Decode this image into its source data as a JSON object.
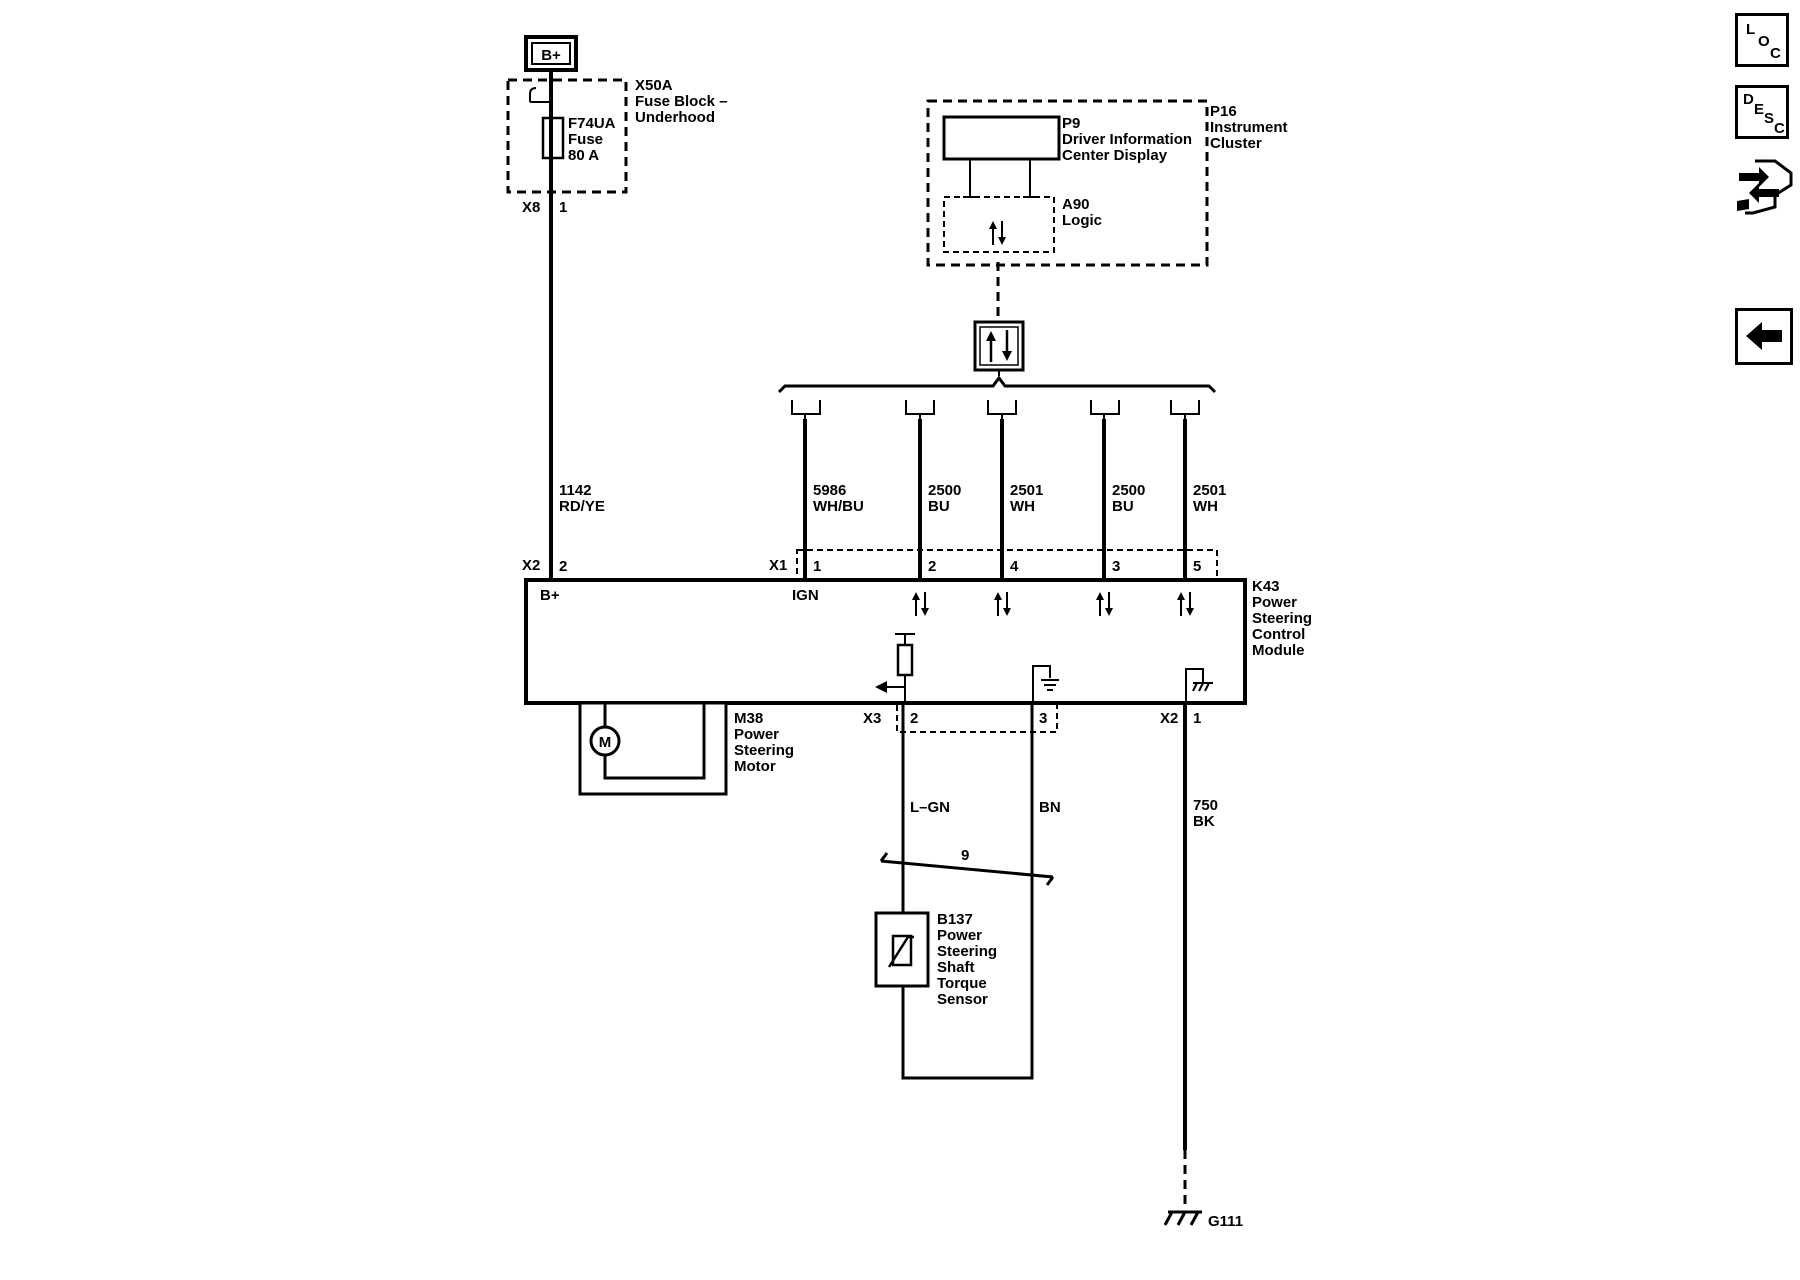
{
  "nav": {
    "loc": [
      "L",
      "O",
      "C"
    ],
    "desc": [
      "D",
      "E",
      "S",
      "C"
    ]
  },
  "components": {
    "battery": "B+",
    "fuse_block": {
      "id": "X50A",
      "name_1": "Fuse Block –",
      "name_2": "Underhood"
    },
    "fuse": {
      "id": "F74UA",
      "name": "Fuse",
      "rating": "80 A"
    },
    "cluster": {
      "id": "P16",
      "name_1": "Instrument",
      "name_2": "Cluster"
    },
    "dic": {
      "id": "P9",
      "name_1": "Driver Information",
      "name_2": "Center Display"
    },
    "logic": {
      "id": "A90",
      "name": "Logic"
    },
    "pscm": {
      "id": "K43",
      "name_1": "Power",
      "name_2": "Steering",
      "name_3": "Control",
      "name_4": "Module"
    },
    "motor": {
      "id": "M38",
      "name_1": "Power",
      "name_2": "Steering",
      "name_3": "Motor",
      "symbol": "M"
    },
    "torque_sensor": {
      "id": "B137",
      "name_1": "Power",
      "name_2": "Steering",
      "name_3": "Shaft",
      "name_4": "Torque",
      "name_5": "Sensor"
    },
    "ground": "G111"
  },
  "connectors": {
    "x8": "X8",
    "x8_pin": "1",
    "x2_top": "X2",
    "x2_top_pin": "2",
    "x1": "X1",
    "x1_pins": [
      "1",
      "2",
      "4",
      "3",
      "5"
    ],
    "x3": "X3",
    "x3_pins": [
      "2",
      "3"
    ],
    "x2_bottom": "X2",
    "x2_bottom_pin": "1"
  },
  "terminals": {
    "bplus": "B+",
    "ign": "IGN"
  },
  "wires": {
    "w1142": {
      "circuit": "1142",
      "color": "RD/YE"
    },
    "w5986": {
      "circuit": "5986",
      "color": "WH/BU"
    },
    "w2500a": {
      "circuit": "2500",
      "color": "BU"
    },
    "w2501a": {
      "circuit": "2501",
      "color": "WH"
    },
    "w2500b": {
      "circuit": "2500",
      "color": "BU"
    },
    "w2501b": {
      "circuit": "2501",
      "color": "WH"
    },
    "lgn": "L–GN",
    "bn": "BN",
    "w750": {
      "circuit": "750",
      "color": "BK"
    },
    "twist": "9"
  }
}
